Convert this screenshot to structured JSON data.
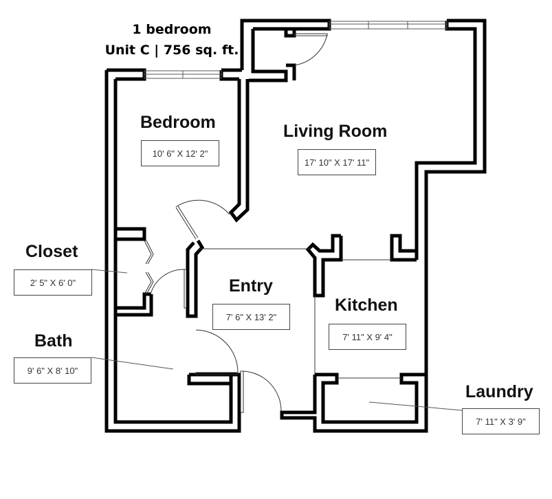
{
  "header": {
    "line1": "1 bedroom",
    "line2": "Unit C | 756 sq. ft."
  },
  "rooms": {
    "bedroom": {
      "label": "Bedroom",
      "dimensions": "10' 6\" X 12' 2\""
    },
    "living_room": {
      "label": "Living Room",
      "dimensions": "17' 10\" X 17' 11\""
    },
    "closet": {
      "label": "Closet",
      "dimensions": "2' 5\" X 6' 0\""
    },
    "entry": {
      "label": "Entry",
      "dimensions": "7' 6\" X 13' 2\""
    },
    "kitchen": {
      "label": "Kitchen",
      "dimensions": "7' 11\" X 9' 4\""
    },
    "bath": {
      "label": "Bath",
      "dimensions": "9' 6\" X 8' 10\""
    },
    "laundry": {
      "label": "Laundry",
      "dimensions": "7' 11\" X 3' 9\""
    }
  },
  "colors": {
    "wall": "#000000",
    "background": "#ffffff",
    "dim_border": "#444444",
    "dim_text": "#333333"
  }
}
